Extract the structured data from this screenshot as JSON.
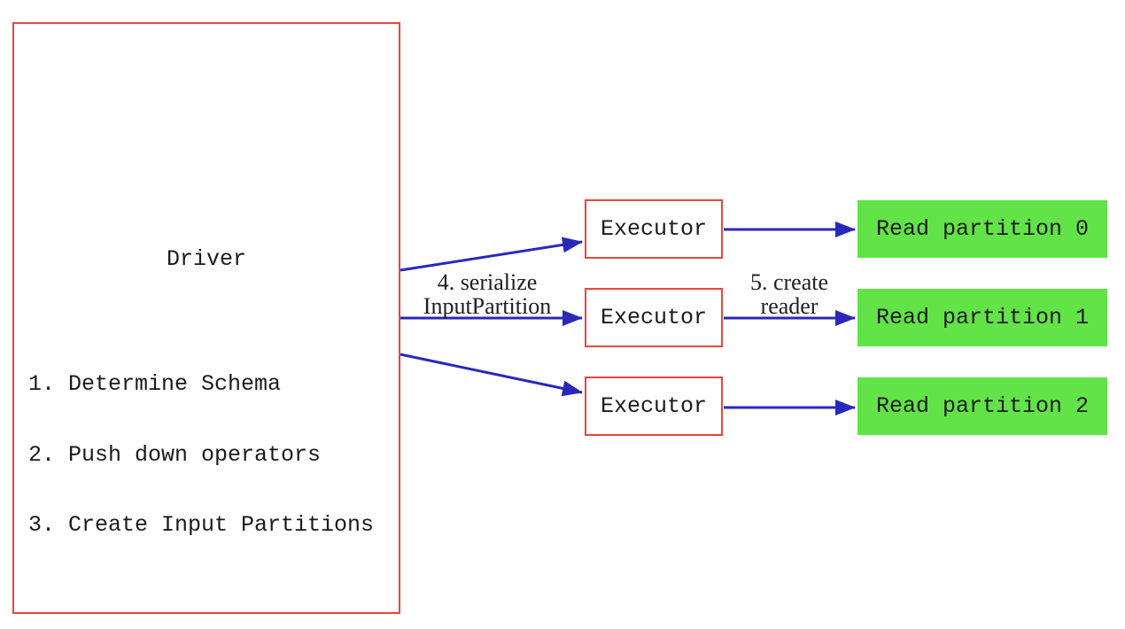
{
  "diagram": {
    "colors": {
      "background": "#ffffff",
      "box-border": "#e8463c",
      "partition-fill": "#62e348",
      "arrow": "#2828bb",
      "text": "#1a1a1a"
    },
    "driver": {
      "title": "Driver",
      "steps": [
        "1. Determine Schema",
        "2. Push down operators",
        "3. Create Input Partitions"
      ]
    },
    "executors": [
      {
        "label": "Executor"
      },
      {
        "label": "Executor"
      },
      {
        "label": "Executor"
      }
    ],
    "partitions": [
      {
        "label": "Read partition 0"
      },
      {
        "label": "Read partition 1"
      },
      {
        "label": "Read partition 2"
      }
    ],
    "edge_labels": {
      "serialize": {
        "line1": "4. serialize",
        "line2": "InputPartition"
      },
      "create_reader": {
        "line1": "5. create",
        "line2": "reader"
      }
    }
  }
}
